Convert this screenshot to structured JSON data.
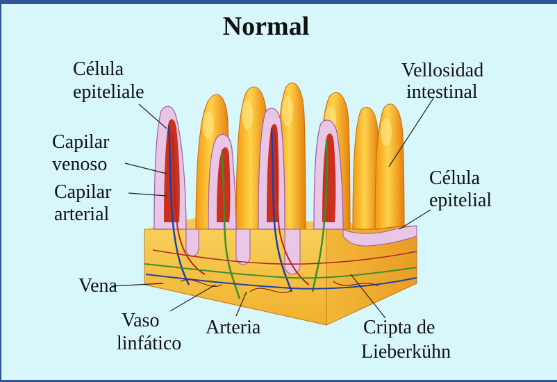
{
  "title": "Normal",
  "labels": {
    "celula_epiteliale": [
      "Célula",
      "epiteliale"
    ],
    "vellosidad": [
      "Vellosidad",
      "intestinal"
    ],
    "capilar_venoso": [
      "Capilar",
      "venoso"
    ],
    "capilar_arterial": [
      "Capilar",
      "arterial"
    ],
    "celula_epitelial": [
      "Célula",
      "epitelial"
    ],
    "vena": "Vena",
    "vaso_linfatico": [
      "Vaso",
      "linfático"
    ],
    "arteria": "Arteria",
    "cripta": [
      "Cripta de",
      "Lieberkühn"
    ]
  },
  "colors": {
    "background": "#d8f7fb",
    "border": "#2f5597",
    "villus_orange": "#f7a21b",
    "villus_dark": "#c9301d",
    "epithelium": "#e9c6e6",
    "tissue": "#f6c143",
    "vein": "#1d3fa6",
    "artery": "#b3261e",
    "lymph": "#3a8f2a"
  }
}
